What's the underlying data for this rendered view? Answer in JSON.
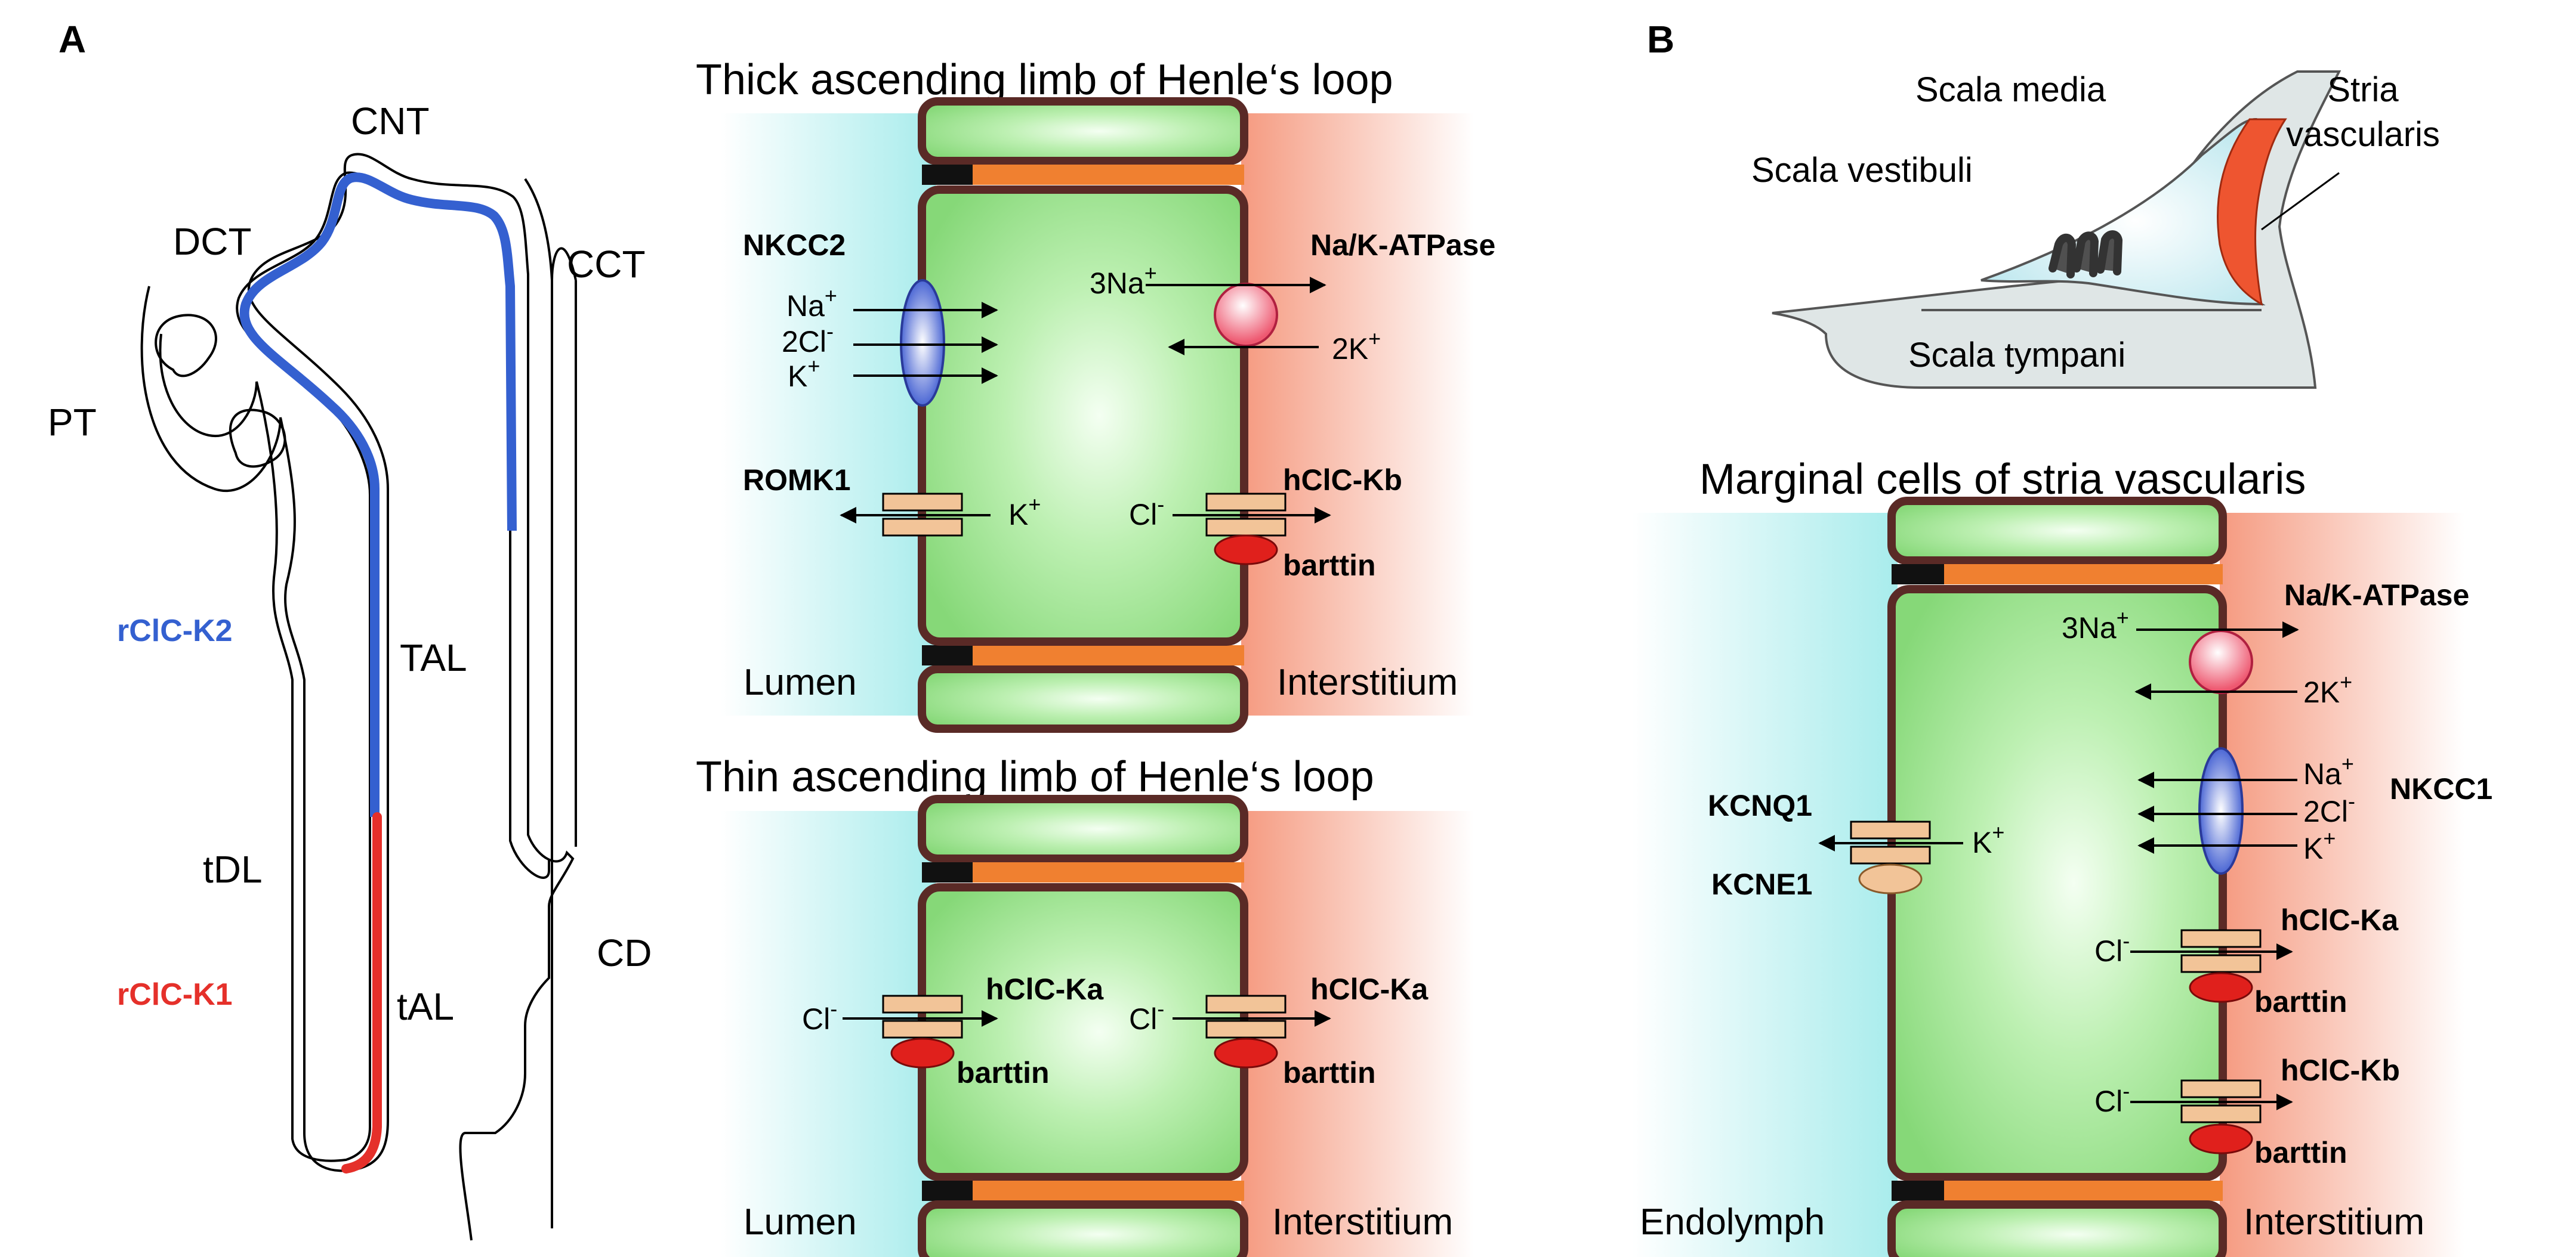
{
  "colors": {
    "lumen": "#a8ecec",
    "interstitium": "#f59a80",
    "cell_fill": "#9be28f",
    "cell_border": "#5a2a26",
    "tight_junction": "#111111",
    "lateral_space": "#f08030",
    "clck1": "#e5302a",
    "clck2": "#3460d0",
    "pump": "#ee5870",
    "nkcc": "#3a58d0",
    "channel": "#f2c498",
    "barttin": "#e0201c",
    "stria": "#ee5530",
    "cochlea_fill": "#dfe6e6",
    "scala_media": "#cdeef3"
  },
  "panel_a": {
    "letter": "A",
    "nephron_labels": {
      "cnt": "CNT",
      "dct": "DCT",
      "cct": "CCT",
      "pt": "PT",
      "tal": "TAL",
      "tdl": "tDL",
      "tal_thin": "tAL",
      "cd": "CD",
      "rclck2": "rClC-K2",
      "rclck1": "rClC-K1"
    },
    "thick_limb": {
      "title": "Thick ascending limb of Henle‘s loop",
      "lumen": "Lumen",
      "interstitium": "Interstitium",
      "nkcc2": "NKCC2",
      "na": "Na",
      "cl2": "2Cl",
      "k": "K",
      "plus": "+",
      "minus": "-",
      "nak_atpase": "Na/K-ATPase",
      "three_na": "3Na",
      "two_k": "2K",
      "romk1": "ROMK1",
      "k_romk": "K",
      "cl": "Cl",
      "hclckb": "hClC-Kb",
      "barttin": "barttin"
    },
    "thin_limb": {
      "title": "Thin ascending limb of Henle‘s loop",
      "lumen": "Lumen",
      "interstitium": "Interstitium",
      "cl": "Cl",
      "minus": "-",
      "hclcka": "hClC-Ka",
      "barttin": "barttin"
    }
  },
  "panel_b": {
    "letter": "B",
    "cochlea": {
      "scala_media": "Scala media",
      "scala_vestibuli": "Scala vestibuli",
      "scala_tympani": "Scala tympani",
      "stria_line1": "Stria",
      "stria_line2": "vascularis"
    },
    "marginal": {
      "title": "Marginal cells of stria vascularis",
      "endolymph": "Endolymph",
      "interstitium": "Interstitium",
      "nak_atpase": "Na/K-ATPase",
      "three_na": "3Na",
      "two_k": "2K",
      "kcnq1": "KCNQ1",
      "kcne1": "KCNE1",
      "k": "K",
      "nkcc1": "NKCC1",
      "na": "Na",
      "cl2": "2Cl",
      "cl": "Cl",
      "hclcka": "hClC-Ka",
      "hclckb": "hClC-Kb",
      "barttin": "barttin",
      "plus": "+",
      "minus": "-"
    }
  }
}
